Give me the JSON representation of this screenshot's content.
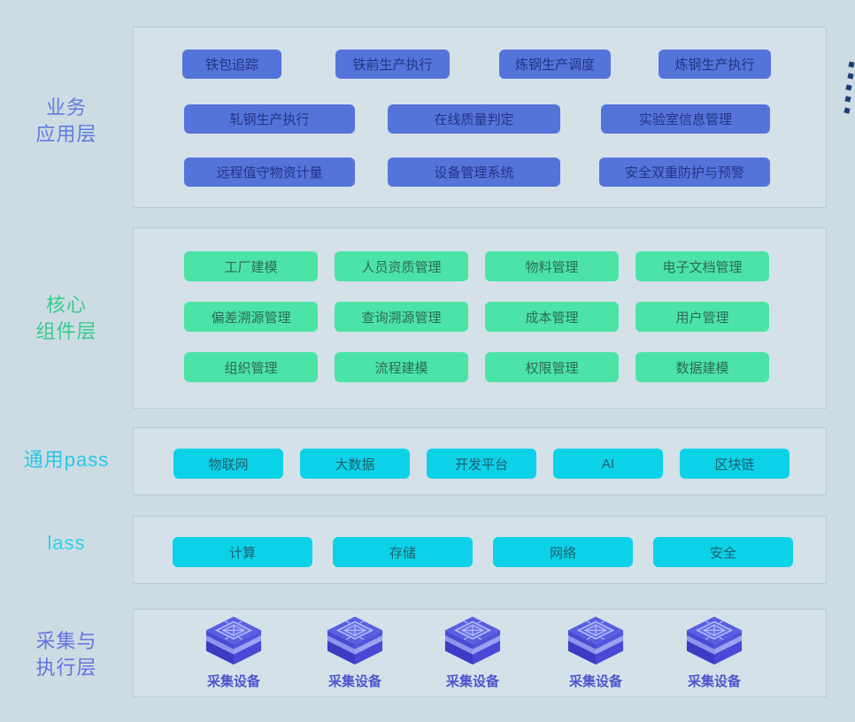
{
  "colors": {
    "page_bg": "#cddce3",
    "panel_border": "#b6ccd8",
    "blue_button": "#5574da",
    "blue_button_text": "#233584",
    "business_label": "#5f7de0",
    "green_button": "#4ce3a7",
    "green_button_text": "#2c6b57",
    "core_label": "#38cb8f",
    "cyan_button": "#0cd2e8",
    "cyan_button_text": "#1f5e6d",
    "paas_label": "#29c6e8",
    "device_label_color": "#6474de",
    "device_caption_color": "#4c55cc",
    "cube_top": "#585fe2",
    "cube_side_dark": "#3c3bc4",
    "dash_color": "#1d3e7d"
  },
  "business_layer": {
    "label": "业务\n应用层",
    "rows": [
      [
        "铁包追踪",
        "铁前生产执行",
        "炼钢生产调度",
        "炼钢生产执行"
      ],
      [
        "轧钢生产执行",
        "在线质量判定",
        "实验室信息管理"
      ],
      [
        "远程值守物资计量",
        "设备管理系统",
        "安全双重防护与预警"
      ]
    ]
  },
  "core_layer": {
    "label": "核心\n组件层",
    "rows": [
      [
        "工厂建模",
        "人员资质管理",
        "物料管理",
        "电子文档管理"
      ],
      [
        "偏差溯源管理",
        "查询溯源管理",
        "成本管理",
        "用户管理"
      ],
      [
        "组织管理",
        "流程建模",
        "权限管理",
        "数据建模"
      ]
    ]
  },
  "paas_layer": {
    "label": "通用pass",
    "items": [
      "物联网",
      "大数据",
      "开发平台",
      "AI",
      "区块链"
    ]
  },
  "iaas_layer": {
    "label": "lass",
    "items": [
      "计算",
      "存储",
      "网络",
      "安全"
    ]
  },
  "device_layer": {
    "label": "采集与\n执行层",
    "devices": [
      "采集设备",
      "采集设备",
      "采集设备",
      "采集设备",
      "采集设备"
    ]
  }
}
